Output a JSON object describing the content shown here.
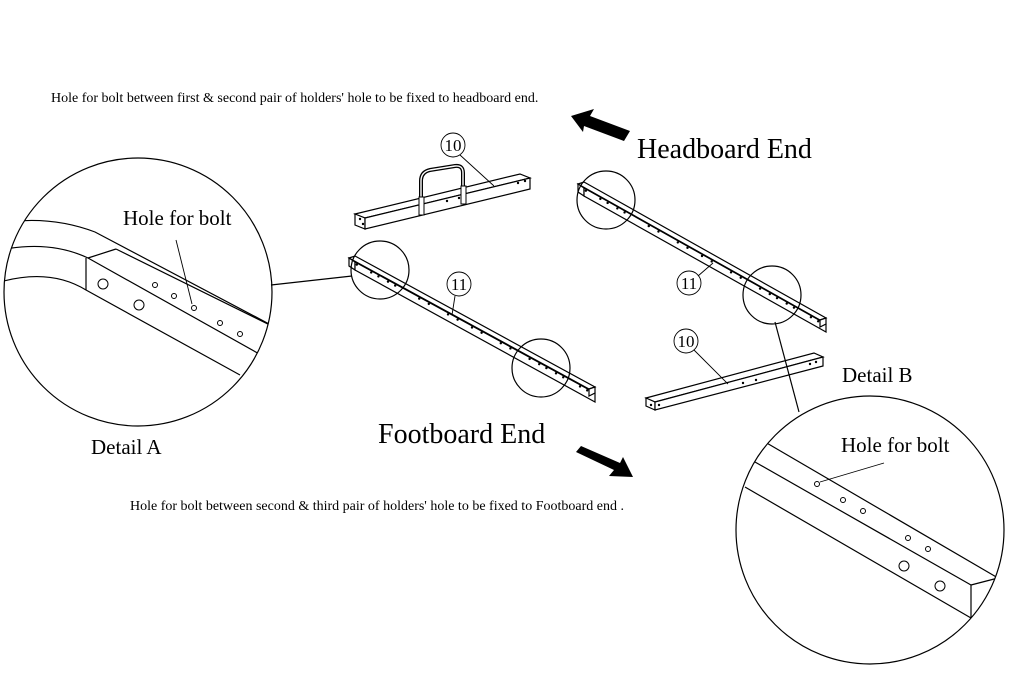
{
  "notes": {
    "headboard_note": "Hole for bolt between first & second pair of holders' hole to be fixed to headboard end.",
    "footboard_note": "Hole for bolt between second & third pair of holders' hole to be fixed to Footboard end ."
  },
  "labels": {
    "headboard_end": "Headboard End",
    "footboard_end": "Footboard End",
    "detail_a": "Detail A",
    "detail_b": "Detail B",
    "hole_for_bolt_a": "Hole for bolt",
    "hole_for_bolt_b": "Hole for bolt"
  },
  "callouts": {
    "part_10_top": "10",
    "part_11_left": "11",
    "part_11_right": "11",
    "part_10_bottom": "10"
  }
}
